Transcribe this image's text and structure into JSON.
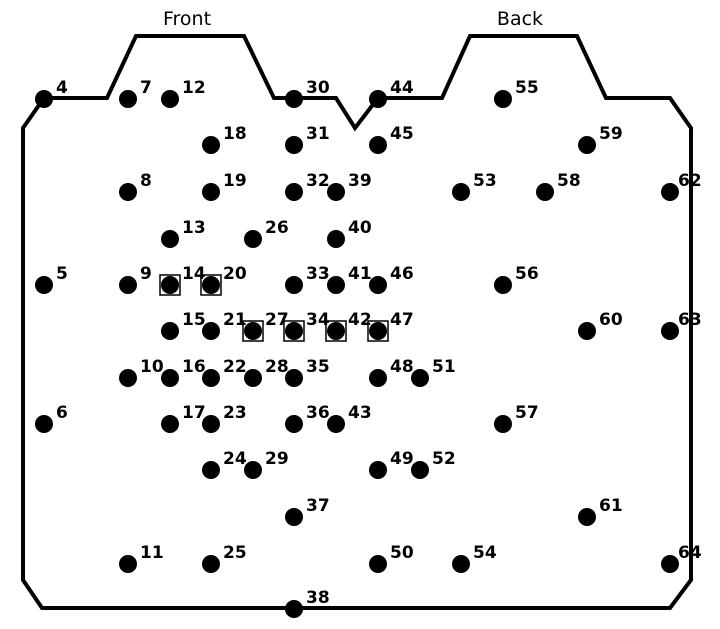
{
  "headings": {
    "front": "Front",
    "back": "Back"
  },
  "points": [
    {
      "id": "4",
      "label": "4",
      "boxed": false
    },
    {
      "id": "5",
      "label": "5",
      "boxed": false
    },
    {
      "id": "6",
      "label": "6",
      "boxed": false
    },
    {
      "id": "7",
      "label": "7",
      "boxed": false
    },
    {
      "id": "8",
      "label": "8",
      "boxed": false
    },
    {
      "id": "9",
      "label": "9",
      "boxed": false
    },
    {
      "id": "10",
      "label": "10",
      "boxed": false
    },
    {
      "id": "11",
      "label": "11",
      "boxed": false
    },
    {
      "id": "12",
      "label": "12",
      "boxed": false
    },
    {
      "id": "13",
      "label": "13",
      "boxed": false
    },
    {
      "id": "14",
      "label": "14",
      "boxed": true
    },
    {
      "id": "15",
      "label": "15",
      "boxed": false
    },
    {
      "id": "16",
      "label": "16",
      "boxed": false
    },
    {
      "id": "17",
      "label": "17",
      "boxed": false
    },
    {
      "id": "18",
      "label": "18",
      "boxed": false
    },
    {
      "id": "19",
      "label": "19",
      "boxed": false
    },
    {
      "id": "20",
      "label": "20",
      "boxed": true
    },
    {
      "id": "21",
      "label": "21",
      "boxed": false
    },
    {
      "id": "22",
      "label": "22",
      "boxed": false
    },
    {
      "id": "23",
      "label": "23",
      "boxed": false
    },
    {
      "id": "24",
      "label": "24",
      "boxed": false
    },
    {
      "id": "25",
      "label": "25",
      "boxed": false
    },
    {
      "id": "26",
      "label": "26",
      "boxed": false
    },
    {
      "id": "27",
      "label": "27",
      "boxed": true
    },
    {
      "id": "28",
      "label": "28",
      "boxed": false
    },
    {
      "id": "29",
      "label": "29",
      "boxed": false
    },
    {
      "id": "30",
      "label": "30",
      "boxed": false
    },
    {
      "id": "31",
      "label": "31",
      "boxed": false
    },
    {
      "id": "32",
      "label": "32",
      "boxed": false
    },
    {
      "id": "33",
      "label": "33",
      "boxed": false
    },
    {
      "id": "34",
      "label": "34",
      "boxed": true
    },
    {
      "id": "35",
      "label": "35",
      "boxed": false
    },
    {
      "id": "36",
      "label": "36",
      "boxed": false
    },
    {
      "id": "37",
      "label": "37",
      "boxed": false
    },
    {
      "id": "38",
      "label": "38",
      "boxed": false
    },
    {
      "id": "39",
      "label": "39",
      "boxed": false
    },
    {
      "id": "40",
      "label": "40",
      "boxed": false
    },
    {
      "id": "41",
      "label": "41",
      "boxed": false
    },
    {
      "id": "42",
      "label": "42",
      "boxed": true
    },
    {
      "id": "43",
      "label": "43",
      "boxed": false
    },
    {
      "id": "44",
      "label": "44",
      "boxed": false
    },
    {
      "id": "45",
      "label": "45",
      "boxed": false
    },
    {
      "id": "46",
      "label": "46",
      "boxed": false
    },
    {
      "id": "47",
      "label": "47",
      "boxed": true
    },
    {
      "id": "48",
      "label": "48",
      "boxed": false
    },
    {
      "id": "49",
      "label": "49",
      "boxed": false
    },
    {
      "id": "50",
      "label": "50",
      "boxed": false
    },
    {
      "id": "51",
      "label": "51",
      "boxed": false
    },
    {
      "id": "52",
      "label": "52",
      "boxed": false
    },
    {
      "id": "53",
      "label": "53",
      "boxed": false
    },
    {
      "id": "54",
      "label": "54",
      "boxed": false
    },
    {
      "id": "55",
      "label": "55",
      "boxed": false
    },
    {
      "id": "56",
      "label": "56",
      "boxed": false
    },
    {
      "id": "57",
      "label": "57",
      "boxed": false
    },
    {
      "id": "58",
      "label": "58",
      "boxed": false
    },
    {
      "id": "59",
      "label": "59",
      "boxed": false
    },
    {
      "id": "60",
      "label": "60",
      "boxed": false
    },
    {
      "id": "61",
      "label": "61",
      "boxed": false
    },
    {
      "id": "62",
      "label": "62",
      "boxed": false
    },
    {
      "id": "63",
      "label": "63",
      "boxed": false
    },
    {
      "id": "64",
      "label": "64",
      "boxed": false
    }
  ]
}
